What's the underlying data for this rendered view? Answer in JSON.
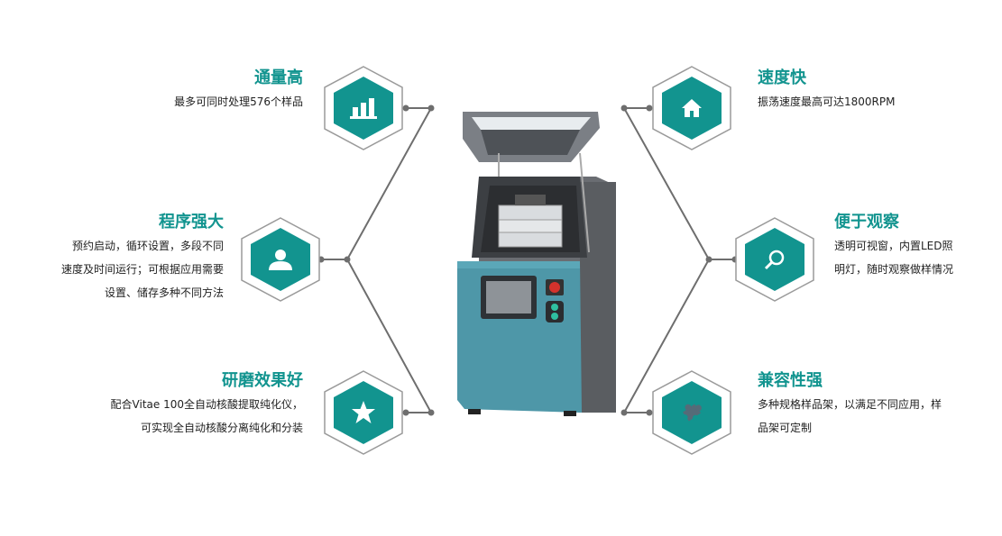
{
  "features": [
    {
      "title": "通量高",
      "desc": [
        "最多可同时处理576个样品"
      ],
      "icon": "bar-chart-icon"
    },
    {
      "title": "程序强大",
      "desc": [
        "预约启动，循环设置，多段不同",
        "速度及时间运行；可根据应用需要",
        "设置、储存多种不同方法"
      ],
      "icon": "user-icon"
    },
    {
      "title": "研磨效果好",
      "desc": [
        "配合Vitae   100全自动核酸提取纯化仪，",
        "可实现全自动核酸分离纯化和分装"
      ],
      "icon": "star-icon"
    },
    {
      "title": "速度快",
      "desc": [
        "振荡速度最高可达1800RPM"
      ],
      "icon": "home-icon"
    },
    {
      "title": "便于观察",
      "desc": [
        "透明可视窗，内置LED照",
        "明灯，随时观察做样情况"
      ],
      "icon": "magnifier-icon"
    },
    {
      "title": "兼容性强",
      "desc": [
        "多种规格样品架，以满足不同应用，样",
        "品架可定制"
      ],
      "icon": "puzzle-icon"
    }
  ],
  "colors": {
    "accent": "#12948f",
    "line": "#6e6e6e",
    "hex_border": "#9a9a9a",
    "device_teal": "#4e97a8",
    "device_gray": "#6f7276"
  }
}
